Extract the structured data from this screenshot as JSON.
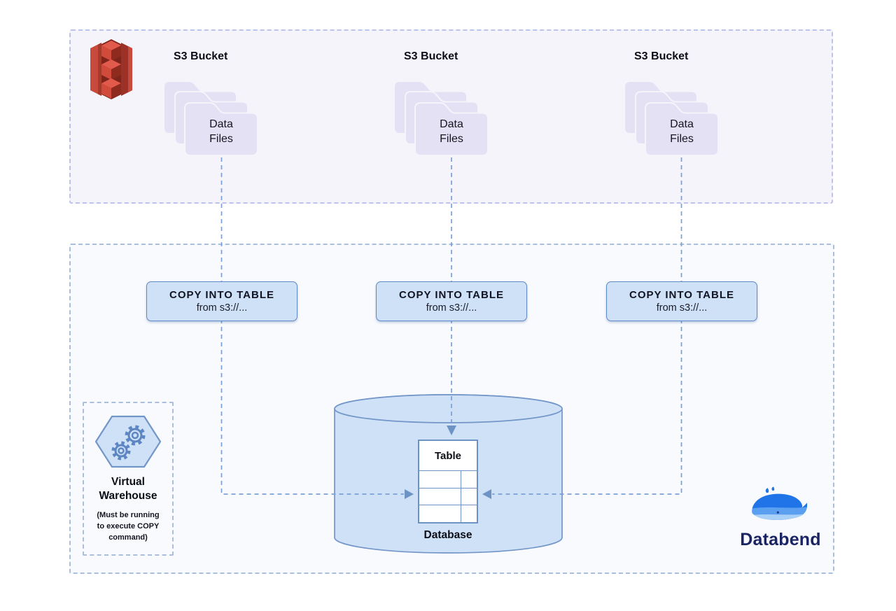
{
  "diagram": {
    "s3_groups": [
      {
        "label": "S3 Bucket",
        "files_label": "Data\nFiles"
      },
      {
        "label": "S3 Bucket",
        "files_label": "Data\nFiles"
      },
      {
        "label": "S3 Bucket",
        "files_label": "Data\nFiles"
      }
    ],
    "copy_boxes": [
      {
        "title": "COPY INTO TABLE",
        "subtitle": "from s3://..."
      },
      {
        "title": "COPY INTO TABLE",
        "subtitle": "from s3://..."
      },
      {
        "title": "COPY INTO TABLE",
        "subtitle": "from s3://..."
      }
    ],
    "database": {
      "table_label": "Table",
      "label": "Database"
    },
    "warehouse": {
      "title": "Virtual\nWarehouse",
      "note": "(Must be running\nto execute COPY\ncommand)"
    },
    "brand": {
      "name": "Databend"
    },
    "colors": {
      "s3_red": "#c94a3c",
      "folder_lavender": "#e4e1f4",
      "panel_top_bg": "#f6f4fb",
      "panel_bottom_bg": "#f8fafd",
      "box_fill": "#cfe1f7",
      "box_border": "#5f8ac6",
      "connector_blue": "#7aa0d6",
      "table_border": "#6d92c4",
      "brand_navy": "#1a2363",
      "whale_blue": "#2173e8"
    }
  }
}
